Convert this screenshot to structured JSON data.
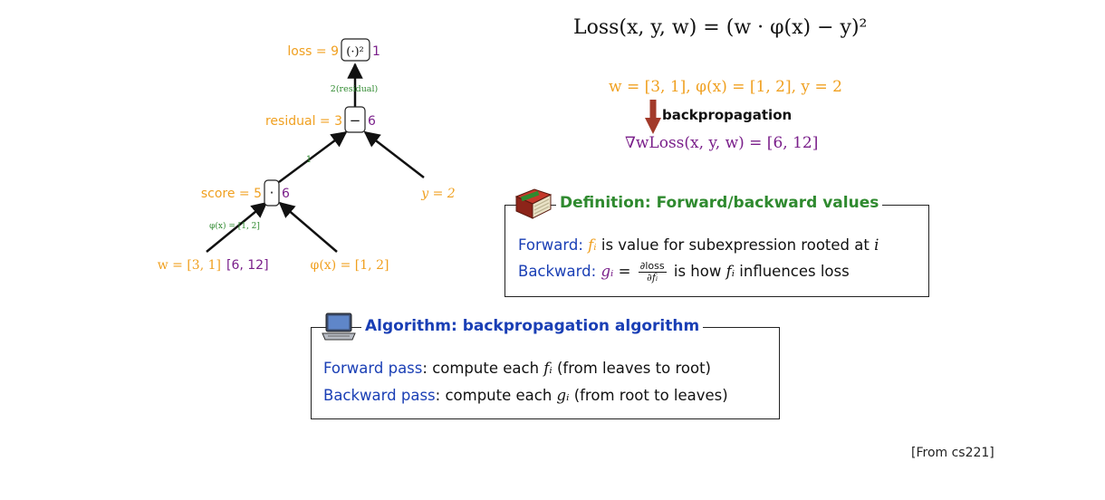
{
  "graph": {
    "loss_label": "loss = 9",
    "loss_op": "(·)²",
    "loss_grad": "1",
    "edge_residual": "2(residual)",
    "residual_label": "residual = 3",
    "residual_op": "−",
    "residual_grad": "6",
    "edge_score": "1",
    "score_label": "score = 5",
    "score_op": "·",
    "score_grad": "6",
    "y_label": "y = 2",
    "edge_w": "φ(x) = [1, 2]",
    "w_label": "w = [3, 1]",
    "w_grad": "[6, 12]",
    "phi_label": "φ(x) = [1, 2]"
  },
  "formula": {
    "loss": "Loss(x, y, w) = (w · φ(x) − y)²",
    "given": "w = [3, 1], φ(x) = [1, 2], y = 2",
    "backprop_label": "backpropagation",
    "gradient": "∇wLoss(x, y, w) = [6, 12]"
  },
  "definition": {
    "title": "Definition: Forward/backward values",
    "forward_term": "Forward:",
    "forward_var": "fᵢ",
    "forward_text": "is value for subexpression rooted at",
    "forward_i": "i",
    "backward_term": "Backward:",
    "backward_var": "gᵢ",
    "backward_eq": "=",
    "frac_num": "∂loss",
    "frac_den": "∂fᵢ",
    "backward_text_1": "is how",
    "backward_var2": "fᵢ",
    "backward_text_2": "influences loss",
    "icon": "book-icon",
    "color": "#2f8a2f"
  },
  "algorithm": {
    "title": "Algorithm: backpropagation algorithm",
    "forward_term": "Forward pass",
    "forward_text_1": ": compute each",
    "forward_var": "fᵢ",
    "forward_text_2": "(from leaves to root)",
    "backward_term": "Backward pass",
    "backward_text_1": ": compute each",
    "backward_var": "gᵢ",
    "backward_text_2": "(from root to leaves)",
    "icon": "laptop-icon",
    "color": "#1a3fb5"
  },
  "attribution": "[From cs221]"
}
